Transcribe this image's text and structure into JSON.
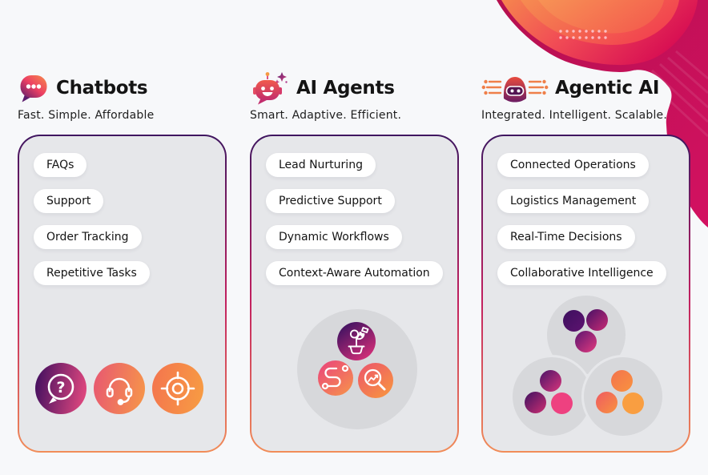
{
  "columns": [
    {
      "id": "chatbots",
      "icon": "chat-bubble",
      "title": "Chatbots",
      "subtitle": "Fast. Simple. Affordable",
      "pills": [
        "FAQs",
        "Support",
        "Order Tracking",
        "Repetitive Tasks"
      ],
      "footer_icons": [
        "question-bubble",
        "headset",
        "target"
      ]
    },
    {
      "id": "ai-agents",
      "icon": "sparkle-robot",
      "title": "AI Agents",
      "subtitle": "Smart. Adaptive. Efficient.",
      "pills": [
        "Lead Nurturing",
        "Predictive Support",
        "Dynamic Workflows",
        "Context-Aware Automation"
      ],
      "footer_icons": [
        "money-plant-nurturing",
        "route-path",
        "insight-magnifier"
      ]
    },
    {
      "id": "agentic-ai",
      "icon": "networked-robot",
      "title": "Agentic AI",
      "subtitle": "Integrated. Intelligent. Scalable.",
      "pills": [
        "Connected Operations",
        "Logistics Management",
        "Real-Time Decisions",
        "Collaborative Intelligence"
      ],
      "footer_icons": [
        "purple-dot-cluster",
        "magenta-dot-cluster",
        "orange-dot-cluster"
      ]
    }
  ],
  "icons": {
    "question_glyph": "?"
  },
  "decor": {
    "dot_grid": {
      "rows": 2,
      "cols": 8,
      "spacing": 8,
      "radius": 1.7,
      "color": "#ffd3e0"
    }
  },
  "colors": {
    "background": "#f7f8fa",
    "card_fill": "#e6e7ea",
    "card_border_top": "#3f1660",
    "card_border_mid": "#c11f5f",
    "card_border_bottom": "#f18d59",
    "accent_purple": "#47136b",
    "accent_magenta": "#e0337a",
    "accent_orange": "#f6914c",
    "decor_crimson": "#d31161",
    "decor_maroon": "#b5104f",
    "title_text": "#141414",
    "pill_bg": "#ffffff"
  }
}
